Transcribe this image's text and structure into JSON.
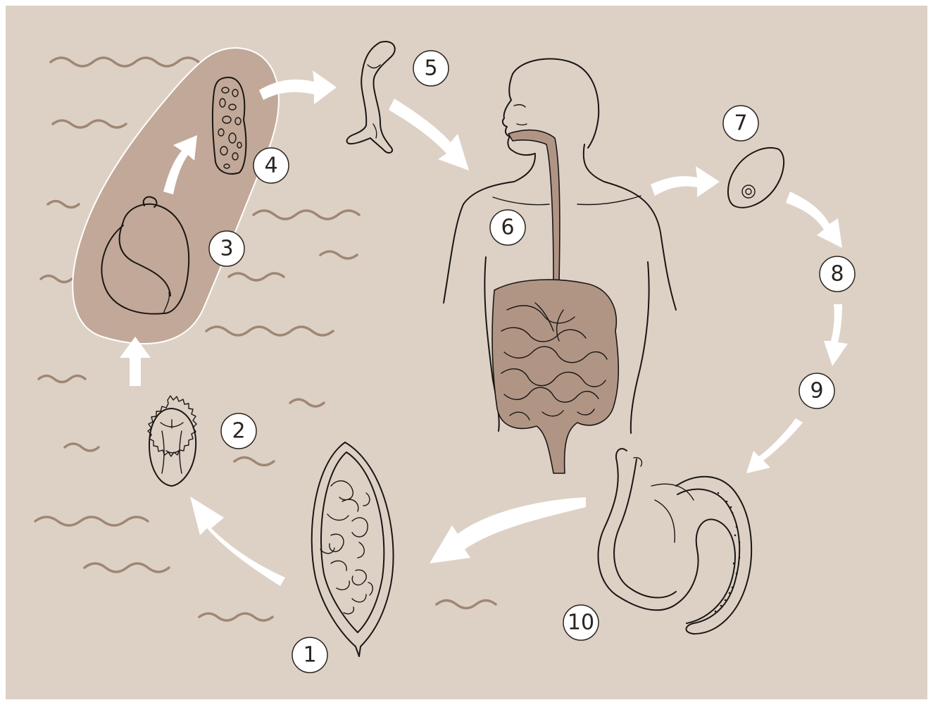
{
  "colors": {
    "background": "#ddd1c6",
    "frame": "#ffffff",
    "water_waves": "#a08674",
    "snail_blob": "#c2a898",
    "organs": "#b09585",
    "arrows": "#ffffff",
    "ink": "#1a1614"
  },
  "stages": [
    {
      "number": "1",
      "icon": "egg-with-larvae-icon"
    },
    {
      "number": "2",
      "icon": "miracidium-icon"
    },
    {
      "number": "3",
      "icon": "snail-icon"
    },
    {
      "number": "4",
      "icon": "sporocyst-icon"
    },
    {
      "number": "5",
      "icon": "cercaria-icon"
    },
    {
      "number": "6",
      "icon": "human-digestive-system-icon"
    },
    {
      "number": "7",
      "icon": "schistosomulum-icon"
    },
    {
      "number": "8",
      "icon": "migration-step-icon"
    },
    {
      "number": "9",
      "icon": "migration-step-icon"
    },
    {
      "number": "10",
      "icon": "adult-worm-pair-icon"
    }
  ]
}
